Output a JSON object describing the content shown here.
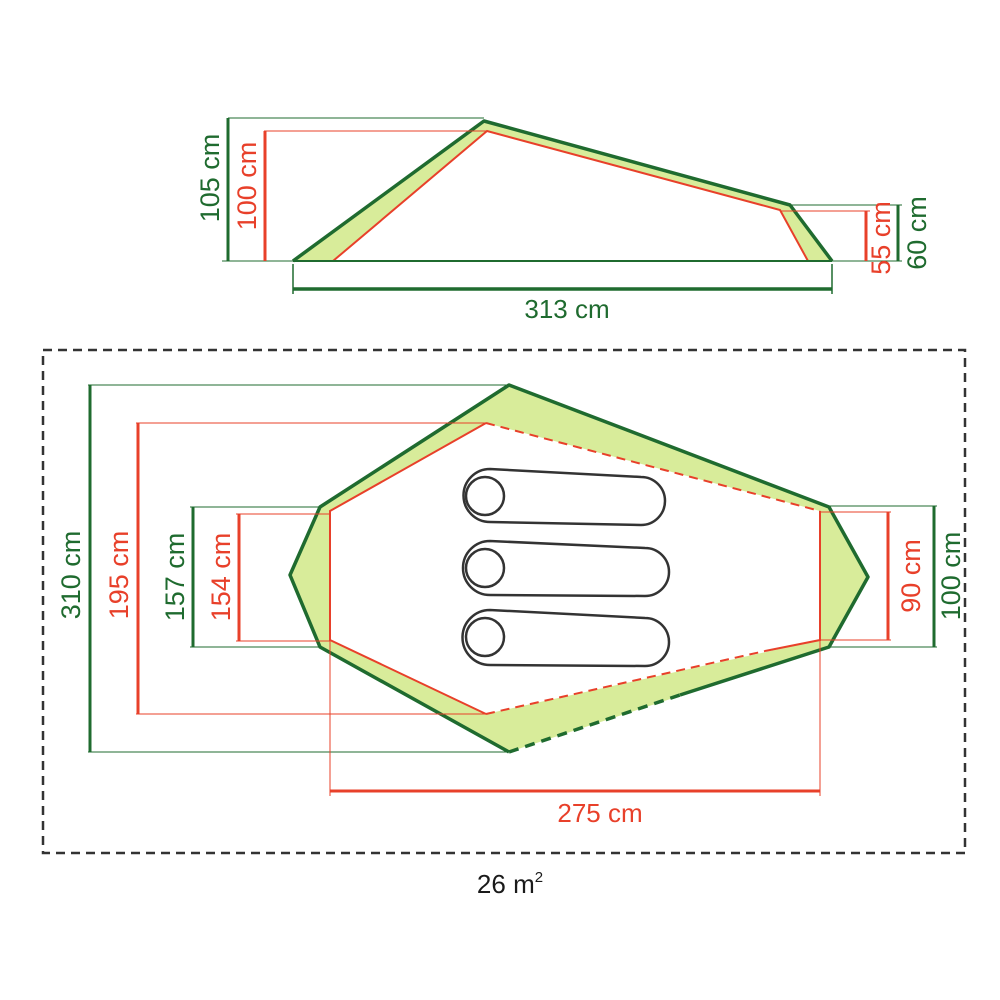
{
  "colors": {
    "outer": "#1f6b2f",
    "inner": "#e8402a",
    "fill": "#d8ec9a",
    "text_dark": "#1a1a1a",
    "dashed_box": "#333333"
  },
  "side_view": {
    "outer_height": "105 cm",
    "inner_height": "100 cm",
    "length": "313 cm",
    "rear_inner_height": "55 cm",
    "rear_outer_height": "60 cm"
  },
  "floor_plan": {
    "outer_length": "310 cm",
    "inner_length": "195 cm",
    "left_outer_width": "157 cm",
    "left_inner_width": "154 cm",
    "right_inner_width": "90 cm",
    "right_outer_width": "100 cm",
    "floor_length": "275 cm",
    "area": "26 m",
    "area_exponent": "2"
  },
  "sleeping_bags": [
    "sleeping-bag-1",
    "sleeping-bag-2",
    "sleeping-bag-3"
  ]
}
